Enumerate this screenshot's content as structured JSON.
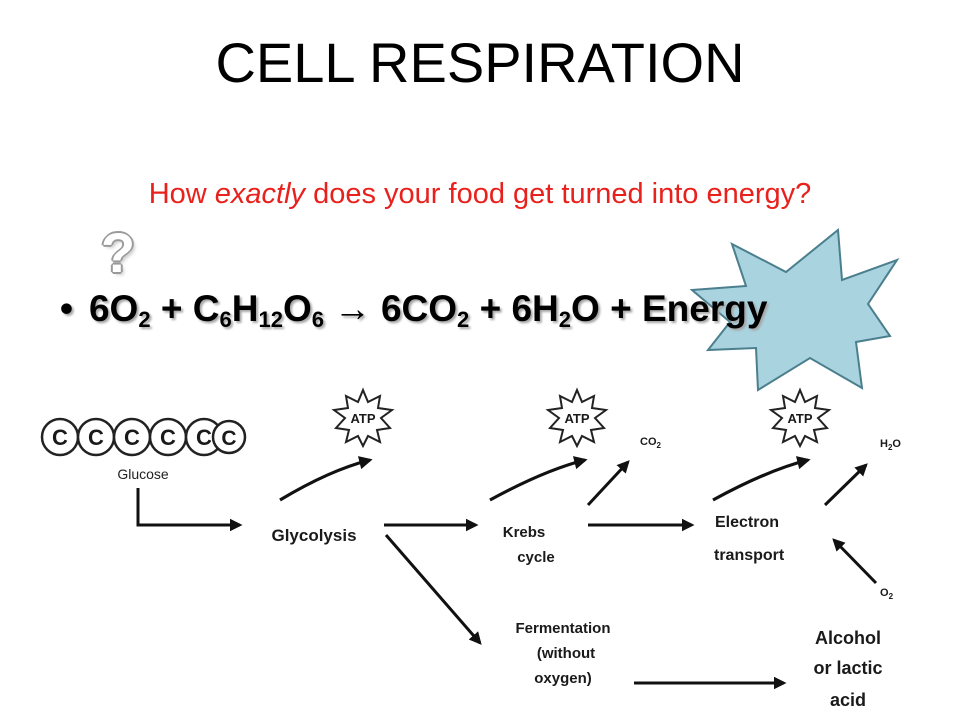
{
  "slide": {
    "title": "CELL RESPIRATION",
    "question": {
      "before": "How ",
      "emphasis": "exactly",
      "after": " does your food get turned into energy?"
    },
    "question_mark": "?",
    "equation": {
      "bullet": "•",
      "parts": [
        "6O",
        "2",
        " + C",
        "6",
        "H",
        "12",
        "O",
        "6"
      ],
      "arrow": "→",
      "products": [
        "6CO",
        "2",
        " + 6H",
        "2",
        "O + Energy"
      ]
    }
  },
  "diagram": {
    "glucose_carbons": [
      "C",
      "C",
      "C",
      "C",
      "C",
      "C"
    ],
    "glucose_label": "Glucose",
    "atp_label": "ATP",
    "glycolysis": "Glycolysis",
    "krebs_line1": "Krebs",
    "krebs_line2": "cycle",
    "electron_line1": "Electron",
    "electron_line2": "transport",
    "co2_label": "CO",
    "co2_sub": "2",
    "h2o_label_a": "H",
    "h2o_sub": "2",
    "h2o_label_b": "O",
    "o2_label": "O",
    "o2_sub": "2",
    "fermentation_line1": "Fermentation",
    "fermentation_line2": "(without",
    "fermentation_line3": "oxygen)",
    "alcohol_line1": "Alcohol",
    "alcohol_line2": "or lactic",
    "alcohol_line3": "acid"
  },
  "colors": {
    "question": "#e8211c",
    "starburst_fill": "#a9d3df",
    "starburst_stroke": "#4b7f8e",
    "arrow": "#111111"
  }
}
